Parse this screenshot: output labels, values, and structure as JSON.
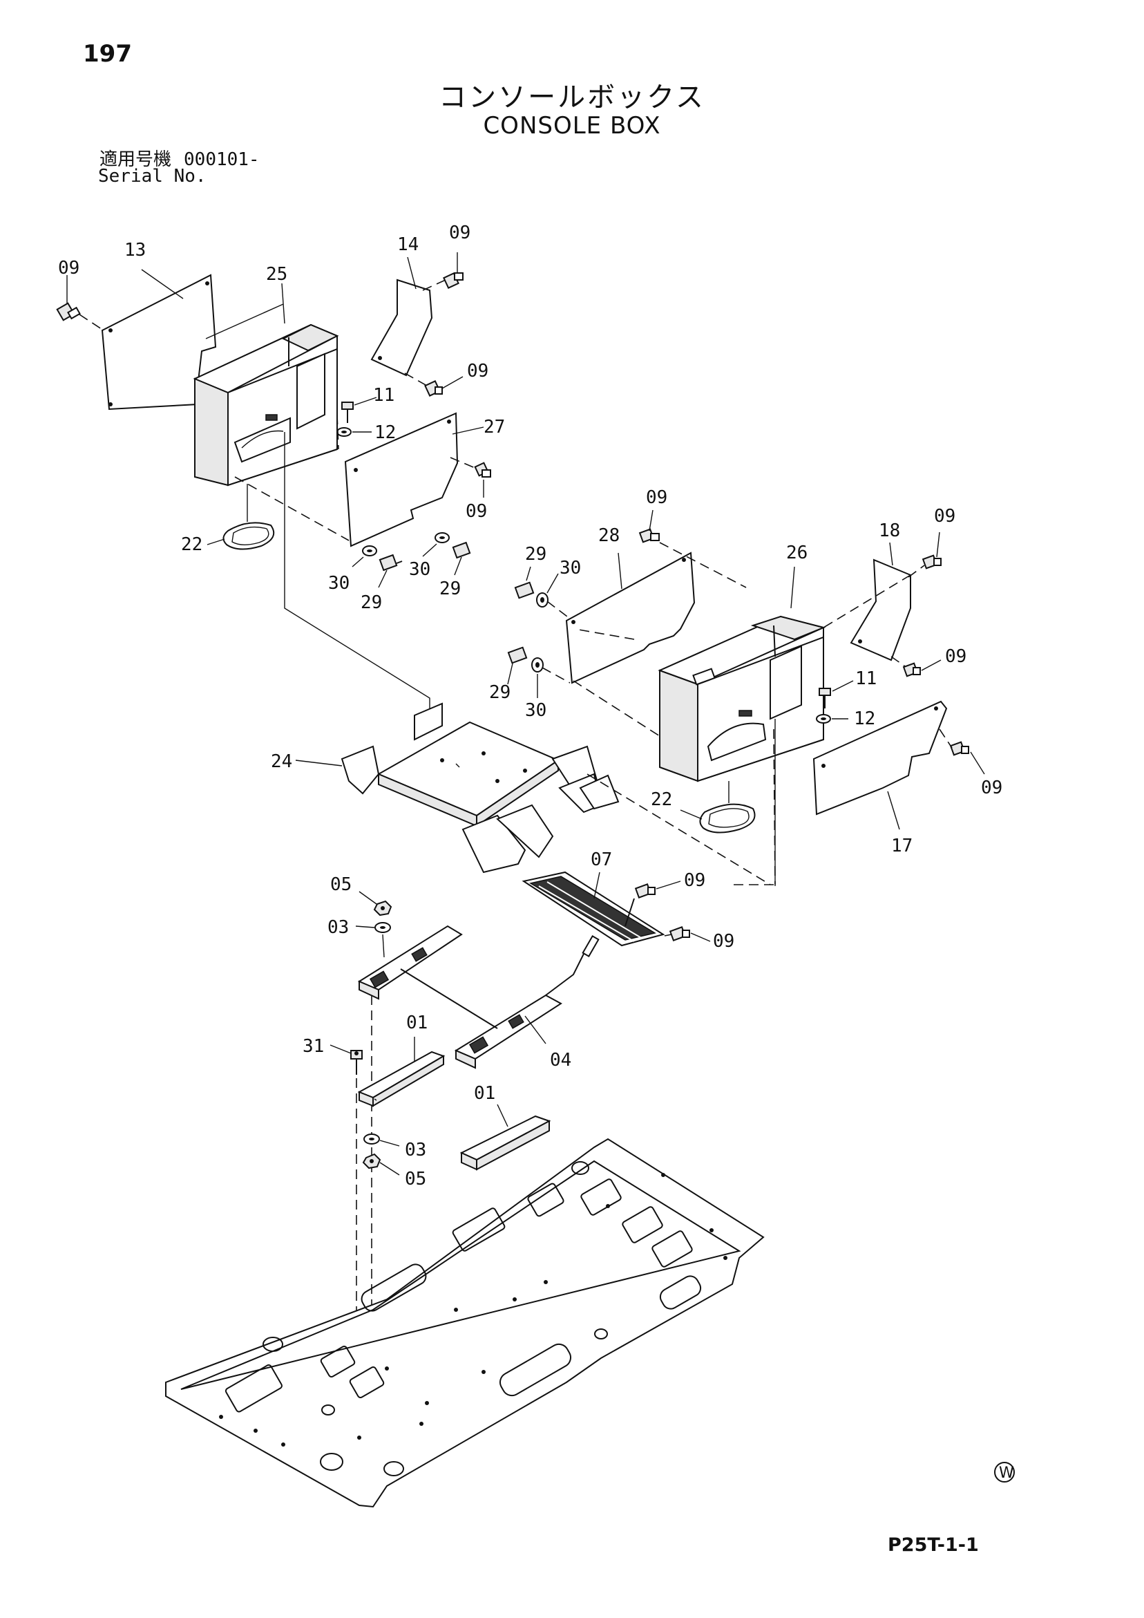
{
  "header": {
    "page_number": "197",
    "title_ja": "コンソールボックス",
    "title_en": "CONSOLE BOX",
    "serial_label_ja": "適用号機",
    "serial_number": "000101-",
    "serial_label_en": "Serial No."
  },
  "footer": {
    "document_code": "P25T-1-1",
    "w_mark": "W"
  },
  "callouts": {
    "c13": "13",
    "c09a": "09",
    "c25": "25",
    "c14": "14",
    "c09b": "09",
    "c09c": "09",
    "c11a": "11",
    "c12a": "12",
    "c27": "27",
    "c09d": "09",
    "c22a": "22",
    "c30a": "30",
    "c29a": "29",
    "c30b": "30",
    "c29b": "29",
    "c09e": "09",
    "c28": "28",
    "c29c": "29",
    "c30c": "30",
    "c26": "26",
    "c18": "18",
    "c09f": "09",
    "c09g": "09",
    "c29d": "29",
    "c30d": "30",
    "c11b": "11",
    "c12b": "12",
    "c24": "24",
    "c22b": "22",
    "c09h": "09",
    "c17": "17",
    "c07": "07",
    "c05a": "05",
    "c09i": "09",
    "c03a": "03",
    "c09j": "09",
    "c01a": "01",
    "c31": "31",
    "c04": "04",
    "c01b": "01",
    "c03b": "03",
    "c05b": "05"
  }
}
